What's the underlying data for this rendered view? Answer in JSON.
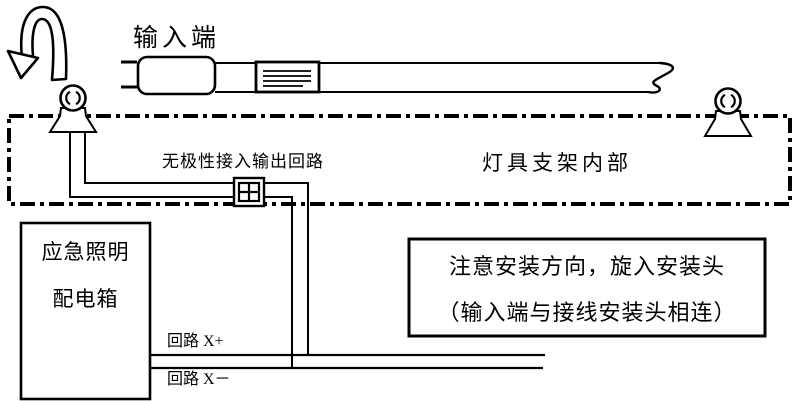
{
  "colors": {
    "ink": "#000000",
    "background": "#ffffff"
  },
  "labels": {
    "input_end": "输入端",
    "non_polarity_note": "无极性接入输出回路",
    "bracket_interior": "灯具支架内部",
    "distribution_box_line1": "应急照明",
    "distribution_box_line2": "配电箱",
    "circuit_positive": "回路 X+",
    "circuit_negative": "回路 X－",
    "note_line1": "注意安装方向，旋入安装头",
    "note_line2": "（输入端与接线安装头相连）"
  },
  "icons": {
    "rotation_arrow": "counter-clockwise screw-in rotation arrow",
    "lamp_holder": "tube lamp holder socket",
    "tube_break": "break / continuation squiggle",
    "connector_block": "4-terminal wiring connector"
  }
}
